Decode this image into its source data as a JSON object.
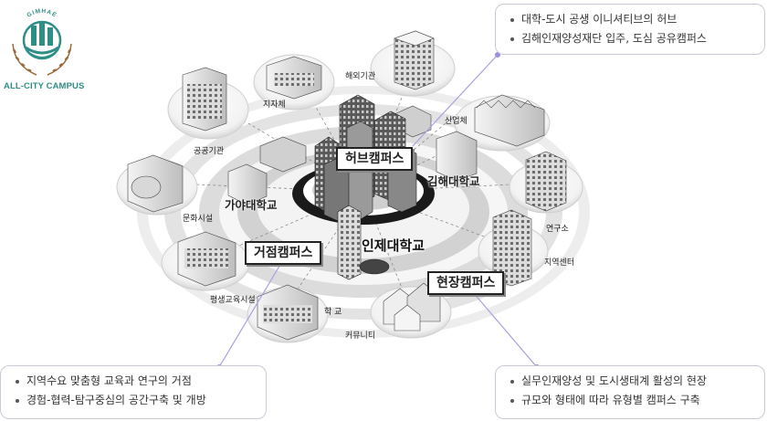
{
  "logo": {
    "arc_text": "GIMHAE",
    "brand_text": "ALL-CITY CAMPUS",
    "brand_color": "#2f8f86"
  },
  "callouts": {
    "top_right": {
      "items": [
        "대학-도시 공생 이니셔티브의 허브",
        "김해인재양성재단 입주, 도심 공유캠퍼스"
      ]
    },
    "bottom_left": {
      "items": [
        "지역수요 맞춤형 교육과 연구의 거점",
        "경험-협력-탐구중심의 공간구축 및 개방"
      ]
    },
    "bottom_right": {
      "items": [
        "실무인재양성 및 도시생태계 활성의 현장",
        "규모와 형태에 따라 유형별 캠퍼스 구축"
      ]
    }
  },
  "campus_labels": {
    "hub": "허브캠퍼스",
    "base": "거점캠퍼스",
    "field": "현장캠퍼스"
  },
  "universities": {
    "inje": "인제대학교",
    "gaya": "가야대학교",
    "gimhae": "김해대학교"
  },
  "nodes": {
    "overseas": "해외기관",
    "local_gov": "지자체",
    "industry": "산업체",
    "public": "공공기관",
    "research": "연구소",
    "culture": "문화시설",
    "regional_center": "지역센터",
    "lifelong": "평생교육시설",
    "school": "학 교",
    "community": "커뮤니티"
  },
  "colors": {
    "connector": "#a99fe0",
    "connector_dot": "#9b8ee0",
    "rings_outer": "#e7e7e7",
    "rings_mid": "#d3d3d3",
    "hub_ring": "#1a1a1a"
  }
}
